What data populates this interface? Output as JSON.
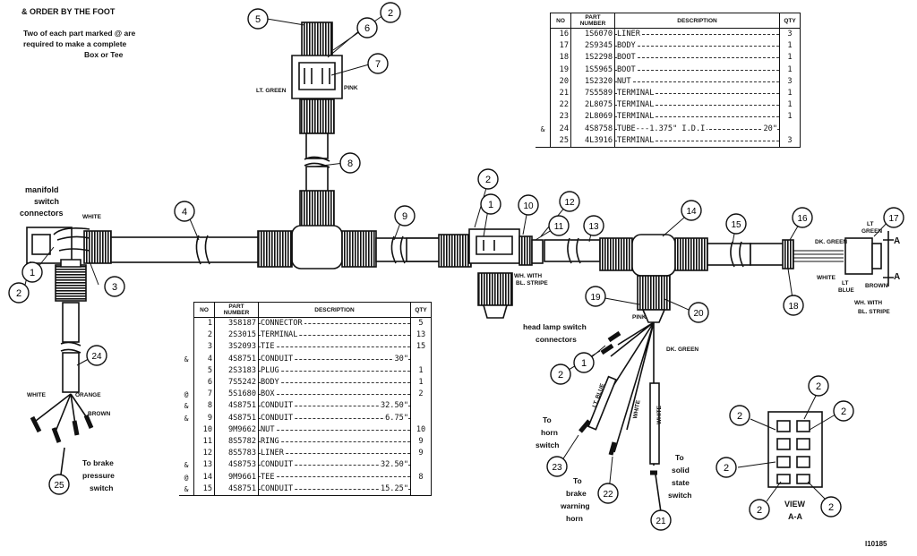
{
  "notes": {
    "order_by_foot": "& ORDER BY THE FOOT",
    "two_each": [
      "Two of each part marked @ are",
      "required to make a complete",
      "Box or Tee"
    ],
    "figure_id": "I10185"
  },
  "table_top": {
    "headers": [
      "NO",
      "PART NUMBER",
      "DESCRIPTION",
      "QTY"
    ],
    "rows": [
      {
        "mark": "",
        "no": "16",
        "part": "1S6070",
        "desc": "LINER",
        "value": "",
        "qty": "3"
      },
      {
        "mark": "",
        "no": "17",
        "part": "2S9345",
        "desc": "BODY",
        "value": "",
        "qty": "1"
      },
      {
        "mark": "",
        "no": "18",
        "part": "1S2298",
        "desc": "BOOT",
        "value": "",
        "qty": "1"
      },
      {
        "mark": "",
        "no": "19",
        "part": "1S5965",
        "desc": "BOOT",
        "value": "",
        "qty": "1"
      },
      {
        "mark": "",
        "no": "20",
        "part": "1S2320",
        "desc": "NUT",
        "value": "",
        "qty": "3"
      },
      {
        "mark": "",
        "no": "21",
        "part": "7S5589",
        "desc": "TERMINAL",
        "value": "",
        "qty": "1"
      },
      {
        "mark": "",
        "no": "22",
        "part": "2L8075",
        "desc": "TERMINAL",
        "value": "",
        "qty": "1"
      },
      {
        "mark": "",
        "no": "23",
        "part": "2L8069",
        "desc": "TERMINAL",
        "value": "",
        "qty": "1"
      },
      {
        "mark": "&",
        "no": "24",
        "part": "4S8758",
        "desc": "TUBE---1.375\" I.D.I",
        "value": "20\"",
        "qty": ""
      },
      {
        "mark": "",
        "no": "25",
        "part": "4L3916",
        "desc": "TERMINAL",
        "value": "",
        "qty": "3"
      }
    ]
  },
  "table_bottom": {
    "headers": [
      "NO",
      "PART NUMBER",
      "DESCRIPTION",
      "QTY"
    ],
    "rows": [
      {
        "mark": "",
        "no": "1",
        "part": "3S8187",
        "desc": "CONNECTOR",
        "value": "",
        "qty": "5"
      },
      {
        "mark": "",
        "no": "2",
        "part": "2S3015",
        "desc": "TERMINAL",
        "value": "",
        "qty": "13"
      },
      {
        "mark": "",
        "no": "3",
        "part": "3S2093",
        "desc": "TIE",
        "value": "",
        "qty": "15"
      },
      {
        "mark": "&",
        "no": "4",
        "part": "4S8751",
        "desc": "CONDUIT",
        "value": "30\"",
        "qty": ""
      },
      {
        "mark": "",
        "no": "5",
        "part": "2S3183",
        "desc": "PLUG",
        "value": "",
        "qty": "1"
      },
      {
        "mark": "",
        "no": "6",
        "part": "7S5242",
        "desc": "BODY",
        "value": "",
        "qty": "1"
      },
      {
        "mark": "@",
        "no": "7",
        "part": "5S1680",
        "desc": "BOX",
        "value": "",
        "qty": "2"
      },
      {
        "mark": "&",
        "no": "8",
        "part": "4S8751",
        "desc": "CONDUIT",
        "value": "32.50\"",
        "qty": ""
      },
      {
        "mark": "&",
        "no": "9",
        "part": "4S8751",
        "desc": "CONDUIT",
        "value": "6.75\"",
        "qty": ""
      },
      {
        "mark": "",
        "no": "10",
        "part": "9M9662",
        "desc": "NUT",
        "value": "",
        "qty": "10"
      },
      {
        "mark": "",
        "no": "11",
        "part": "8S5782",
        "desc": "RING",
        "value": "",
        "qty": "9"
      },
      {
        "mark": "",
        "no": "12",
        "part": "8S5783",
        "desc": "LINER",
        "value": "",
        "qty": "9"
      },
      {
        "mark": "&",
        "no": "13",
        "part": "4S8753",
        "desc": "CONDUIT",
        "value": "32.50\"",
        "qty": ""
      },
      {
        "mark": "@",
        "no": "14",
        "part": "9M9661",
        "desc": "TEE",
        "value": "",
        "qty": "8"
      },
      {
        "mark": "&",
        "no": "15",
        "part": "4S8751",
        "desc": "CONDUIT",
        "value": "15.25\"",
        "qty": ""
      }
    ]
  },
  "labels": {
    "manifold": [
      "manifold",
      "switch",
      "connectors"
    ],
    "white_top": "WHITE",
    "lt_green": "LT. GREEN",
    "pink_top": "PINK",
    "wh_with_bl_stripe_mid": [
      "WH. WITH",
      "BL. STRIPE"
    ],
    "dk_green": "DK. GREEN",
    "lt_green_right": [
      "LT",
      "GREEN"
    ],
    "white_right": "WHITE",
    "lt_blue_right": [
      "LT",
      "BLUE"
    ],
    "brown_right": "BROWN",
    "wh_with_bl_stripe_right": [
      "WH. WITH",
      "BL. STRIPE"
    ],
    "section_a": "A",
    "head_lamp": [
      "head lamp switch",
      "connectors"
    ],
    "pink_mid": "PINK",
    "dk_green_mid": "DK. GREEN",
    "lt_blue_mid": "LT. BLUE",
    "white_mid": "WHITE",
    "white_wire": "WHITE",
    "to_horn": [
      "To",
      "horn",
      "switch"
    ],
    "to_brake_horn": [
      "To",
      "brake",
      "warning",
      "horn"
    ],
    "to_solid": [
      "To",
      "solid",
      "state",
      "switch"
    ],
    "white_left": "WHITE",
    "orange_left": "ORANGE",
    "brown_left": "BROWN",
    "to_brake_pressure": [
      "To brake",
      "pressure",
      "switch"
    ],
    "view": [
      "VIEW",
      "A-A"
    ]
  },
  "callouts": [
    "5",
    "2",
    "6",
    "7",
    "8",
    "4",
    "9",
    "1",
    "2",
    "3",
    "2",
    "1",
    "10",
    "11",
    "12",
    "13",
    "14",
    "15",
    "16",
    "17",
    "18",
    "19",
    "20",
    "24",
    "25",
    "2",
    "1",
    "23",
    "22",
    "21",
    "2",
    "2",
    "2",
    "2",
    "2",
    "2"
  ]
}
